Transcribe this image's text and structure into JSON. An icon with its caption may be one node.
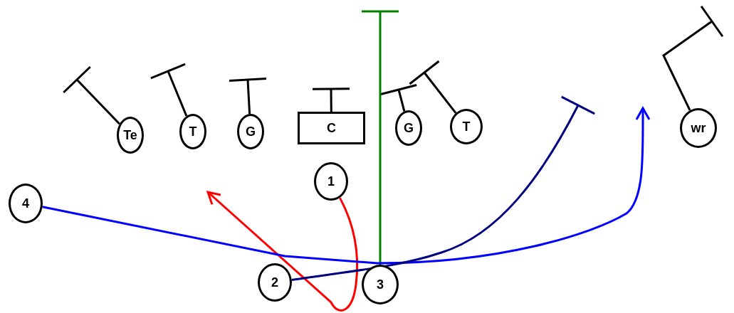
{
  "diagram": {
    "nodes": [
      {
        "text": [
          "Te"
        ]
      },
      {
        "text": [
          "T"
        ]
      },
      {
        "text": [
          "G"
        ]
      },
      {
        "text": [
          "C"
        ]
      },
      {
        "text": [
          "G"
        ]
      },
      {
        "text": [
          "T"
        ]
      },
      {
        "text": [
          "wr"
        ]
      },
      {
        "text": [
          "1"
        ]
      },
      {
        "text": [
          "4"
        ]
      },
      {
        "text": [
          "2"
        ]
      },
      {
        "text": [
          "3"
        ]
      }
    ],
    "edges": [
      {
        "from": 0,
        "to": null,
        "arrow": "other"
      },
      {
        "from": 1,
        "to": null,
        "arrow": "other"
      },
      {
        "from": 2,
        "to": null,
        "arrow": "other"
      },
      {
        "from": 3,
        "to": null,
        "arrow": "other"
      },
      {
        "from": 4,
        "to": null,
        "arrow": "other"
      },
      {
        "from": 5,
        "to": null,
        "arrow": "other"
      },
      {
        "from": 6,
        "to": null,
        "arrow": "other"
      },
      {
        "from": 10,
        "to": null,
        "arrow": "other",
        "color": "#008000"
      },
      {
        "from": 7,
        "to": null,
        "arrow": "to",
        "color": "#ff0000"
      },
      {
        "from": 8,
        "to": null,
        "arrow": "to",
        "color": "#0000ff"
      },
      {
        "from": 9,
        "to": null,
        "arrow": "other",
        "color": "#000080"
      }
    ]
  }
}
